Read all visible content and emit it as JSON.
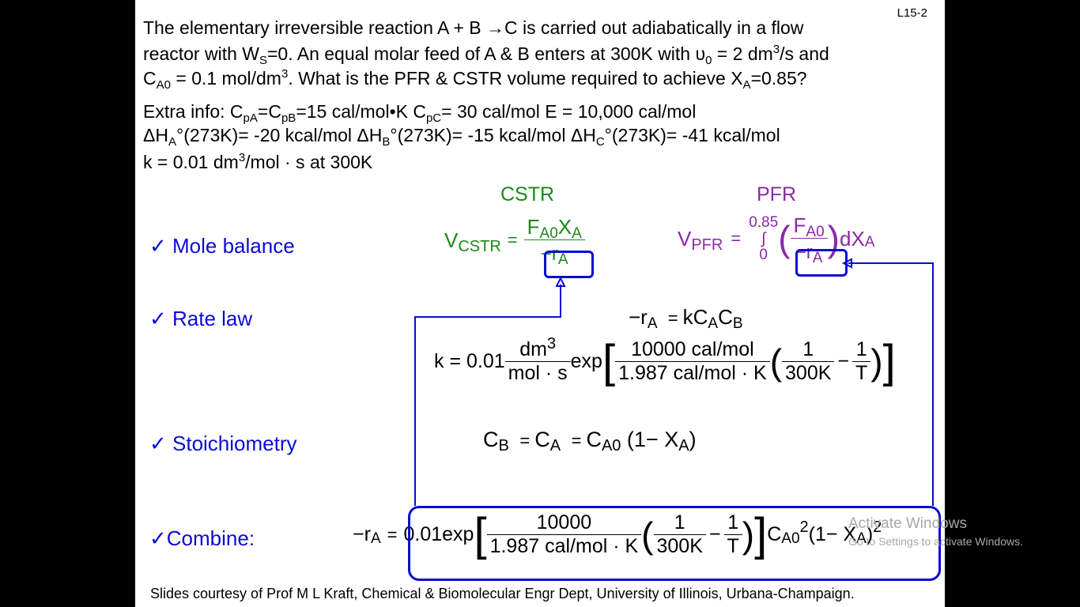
{
  "slide_id": "L15-2",
  "problem": {
    "line1_pre": "The elementary irreversible reaction   A + B ",
    "line1_arrow": "→",
    "line1_post": "C is carried out adiabatically in a flow",
    "line2_pre": "reactor with ",
    "line2_W": "W",
    "line2_Wsub": "S",
    "line2_post": "=0.  An equal molar feed of A & B enters at 300K with ",
    "line2_v": "υ",
    "line2_vsub": "0",
    "line2_post2": " = 2 dm",
    "line2_sup": "3",
    "line2_end": "/s and",
    "line3_C": "C",
    "line3_Csub": "A0",
    "line3_mid": " = 0.1 mol/dm",
    "line3_sup": "3",
    "line3_post": ".  What is the PFR & CSTR volume required to achieve X",
    "line3_Xsub": "A",
    "line3_end": "=0.85?"
  },
  "extra": {
    "l1_a": "Extra info: C",
    "l1_s1": "pA",
    "l1_b": "=C",
    "l1_s2": "pB",
    "l1_c": "=15 cal/mol•K   C",
    "l1_s3": "pC",
    "l1_d": "= 30 cal/mol   E = 10,000 cal/mol",
    "l2_a": "ΔH",
    "l2_s1": "A",
    "l2_b": "°(273K)= -20 kcal/mol   ΔH",
    "l2_s2": "B",
    "l2_c": "°(273K)= -15 kcal/mol   ΔH",
    "l2_s3": "C",
    "l2_d": "°(273K)= -41 kcal/mol",
    "l3_a": "k = 0.01 dm",
    "l3_sup": "3",
    "l3_b": "/mol · s  at 300K"
  },
  "headers": {
    "cstr": "CSTR",
    "pfr": "PFR"
  },
  "steps": {
    "mole_balance": "✓ Mole balance",
    "rate_law": "✓ Rate law",
    "stoichiometry": "✓ Stoichiometry",
    "combine": "✓Combine:"
  },
  "eq_cstr": {
    "V": "V",
    "Vsub": "CSTR",
    "eq": "=",
    "num_F": "F",
    "num_Fsub": "A0",
    "num_X": "X",
    "num_Xsub": "A",
    "den": "−r",
    "den_sub": "A"
  },
  "eq_pfr": {
    "V": "V",
    "Vsub": "PFR",
    "eq": "=",
    "upper": "0.85",
    "int": "∫",
    "lower": "0",
    "num_F": "F",
    "num_Fsub": "A0",
    "den": "−r",
    "den_sub": "A",
    "dx": "dX",
    "dx_sub": "A"
  },
  "eq_rate": {
    "lhs": "−r",
    "lhs_sub": "A",
    "eq": "=",
    "rhs": "kC",
    "s1": "A",
    "rhs2": "C",
    "s2": "B"
  },
  "eq_k": {
    "lhs": "k = 0.01",
    "num": "dm",
    "num_sup": "3",
    "den": "mol · s",
    "exp": "exp",
    "n1": "10000 cal/mol",
    "d1": "1.987 cal/mol · K",
    "n2": "1",
    "d2": "300K",
    "minus": "−",
    "n3": "1",
    "d3": "T"
  },
  "eq_stoich": {
    "a": "C",
    "as": "B",
    "eq1": "=",
    "b": "C",
    "bs": "A",
    "eq2": "=",
    "c": "C",
    "cs": "A0",
    "d": "(1− X",
    "ds": "A",
    "e": ")"
  },
  "eq_combine": {
    "lhs": "−r",
    "lhs_sub": "A",
    "eq": "=",
    "coef": "0.01exp",
    "n1": "10000",
    "d1": "1.987 cal/mol · K",
    "n2": "1",
    "d2": "300K",
    "minus": "−",
    "n3": "1",
    "d3": "T",
    "c": "C",
    "cs": "A0",
    "csup": "2",
    "paren": "(1− X",
    "ps": "A",
    "pe": ")",
    "psup": "2"
  },
  "footer": "Slides courtesy of Prof M L Kraft, Chemical & Biomolecular Engr Dept, University of Illinois, Urbana-Champaign.",
  "watermark": {
    "line1": "Activate Windows",
    "line2": "Go to Settings to activate Windows."
  },
  "colors": {
    "blue": "#0b0bd6",
    "green": "#1a8a1a",
    "purple": "#8a2aa8"
  }
}
